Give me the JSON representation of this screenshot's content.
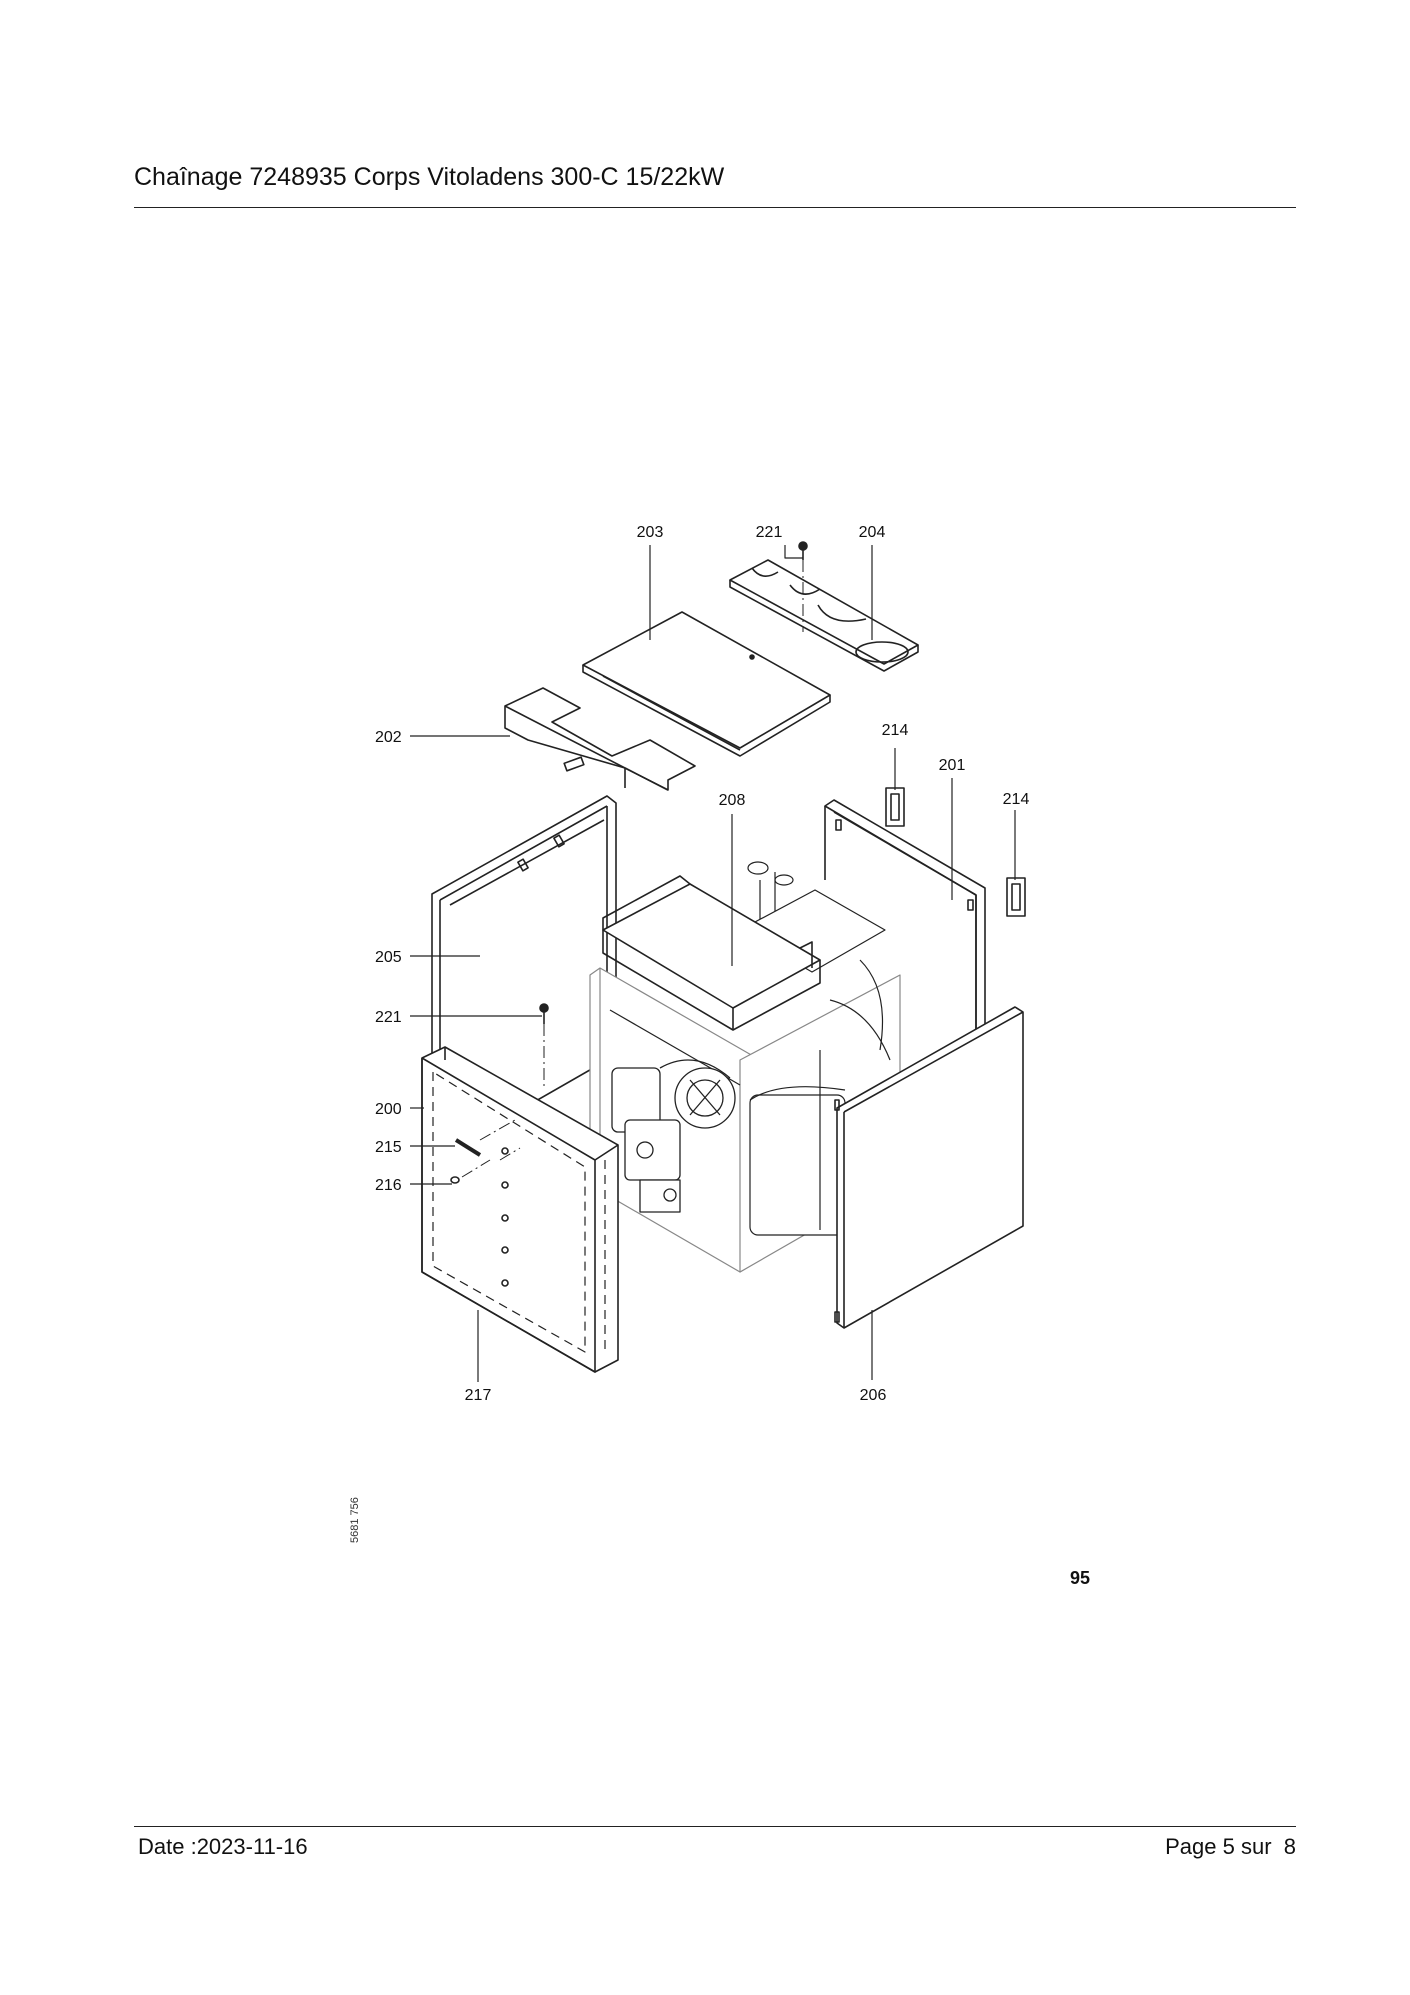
{
  "header": {
    "title": "Chaînage 7248935 Corps Vitoladens 300-C 15/22kW"
  },
  "diagram": {
    "callouts": {
      "c203": "203",
      "c221_top": "221",
      "c204": "204",
      "c202": "202",
      "c214_a": "214",
      "c201": "201",
      "c214_b": "214",
      "c208": "208",
      "c205": "205",
      "c221_left": "221",
      "c200": "200",
      "c215": "215",
      "c216": "216",
      "c217": "217",
      "c206": "206"
    },
    "drawing_number": "5681 756",
    "page_number": "95"
  },
  "footer": {
    "date": "Date :2023-11-16",
    "page": "Page 5 sur  8"
  }
}
